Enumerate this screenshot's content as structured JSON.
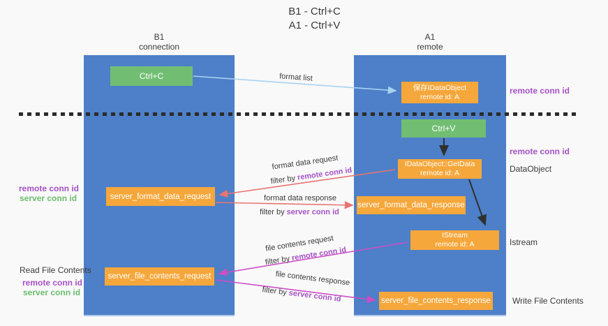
{
  "title": {
    "line1": "B1 - Ctrl+C",
    "line2": "A1 - Ctrl+V"
  },
  "columns": {
    "left": {
      "name": "B1",
      "role": "connection"
    },
    "right": {
      "name": "A1",
      "role": "remote"
    }
  },
  "boxes": {
    "ctrl_c": {
      "label": "Ctrl+C"
    },
    "save_dataobject": {
      "line1": "保存IDataObject",
      "line2": "remote id: A"
    },
    "ctrl_v": {
      "label": "Ctrl+V"
    },
    "getdata": {
      "line1": "IDataObject::GetData",
      "line2": "remote id: A"
    },
    "format_request": {
      "label": "server_format_data_request"
    },
    "format_response": {
      "label": "server_format_data_response"
    },
    "istream": {
      "line1": "IStream",
      "line2": "remote id: A"
    },
    "file_request": {
      "label": "server_file_contents_request"
    },
    "file_response": {
      "label": "server_file_contents_response"
    }
  },
  "side_labels": {
    "remote_conn_id_top_right": "remote conn id",
    "remote_conn_id_mid_right": "remote conn id",
    "dataobject": "DataObject",
    "istream": "Istream",
    "write_file_contents": "Write File Contents",
    "remote_conn_id_left_1": "remote conn id",
    "server_conn_id_left_1": "server conn id",
    "read_file_contents": "Read File Contents",
    "remote_conn_id_left_2": "remote conn id",
    "server_conn_id_left_2": "server conn id"
  },
  "arrow_labels": {
    "format_list": "format list",
    "format_data_request": "format data request",
    "filter_request_prefix": "filter by ",
    "filter_request_value": "remote conn id",
    "format_data_response": "format data response",
    "filter_response_prefix": "filter by ",
    "filter_response_value": "server conn id",
    "file_contents_request": "file contents request",
    "filter_file_request_prefix": "filter by ",
    "filter_file_request_value": "remote conn id",
    "file_contents_response": "file contents response",
    "filter_file_response_prefix": "filter by ",
    "filter_file_response_value": "server conn id"
  },
  "colors": {
    "col_blue": "#4d80c8",
    "box_green": "#71be73",
    "box_orange": "#f6a73b",
    "arrow_blue": "#a7d3f1",
    "arrow_red": "#e87370",
    "arrow_magenta": "#cb4ec6",
    "arrow_black": "#303030",
    "text_purple": "#a552c5",
    "text_green": "#6cbe6c",
    "text_dark": "#3a3a3a"
  }
}
